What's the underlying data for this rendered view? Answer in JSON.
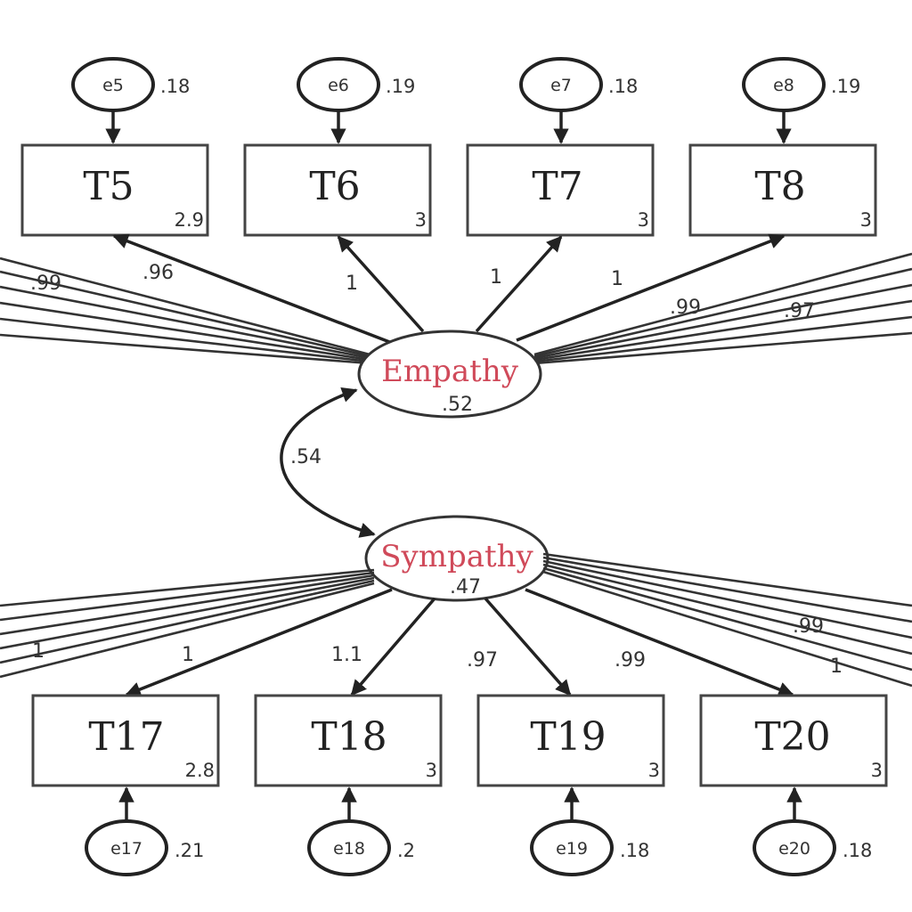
{
  "colors": {
    "latent_text": "#d04a5a",
    "stroke": "#333333"
  },
  "latents": {
    "empathy": {
      "name": "Empathy",
      "variance": ".52"
    },
    "sympathy": {
      "name": "Sympathy",
      "variance": ".47"
    },
    "covariance": ".54"
  },
  "top": {
    "indicators": [
      {
        "name": "T5",
        "intercept": "2.9",
        "error": "e5",
        "error_var": ".18",
        "loading": ".96"
      },
      {
        "name": "T6",
        "intercept": "3",
        "error": "e6",
        "error_var": ".19",
        "loading": "1"
      },
      {
        "name": "T7",
        "intercept": "3",
        "error": "e7",
        "error_var": ".18",
        "loading": "1"
      },
      {
        "name": "T8",
        "intercept": "3",
        "error": "e8",
        "error_var": ".19",
        "loading": "1"
      }
    ],
    "offscreen_loadings": {
      "left": ".99",
      "right_a": ".99",
      "right_b": ".97"
    }
  },
  "bottom": {
    "indicators": [
      {
        "name": "T17",
        "intercept": "2.8",
        "error": "e17",
        "error_var": ".21",
        "loading": "1"
      },
      {
        "name": "T18",
        "intercept": "3",
        "error": "e18",
        "error_var": ".2",
        "loading": "1.1"
      },
      {
        "name": "T19",
        "intercept": "3",
        "error": "e19",
        "error_var": ".18",
        "loading": ".97"
      },
      {
        "name": "T20",
        "intercept": "3",
        "error": "e20",
        "error_var": ".18",
        "loading": ".99"
      }
    ],
    "offscreen_loadings": {
      "left": "1",
      "right_a": ".99",
      "right_b": "1"
    }
  }
}
